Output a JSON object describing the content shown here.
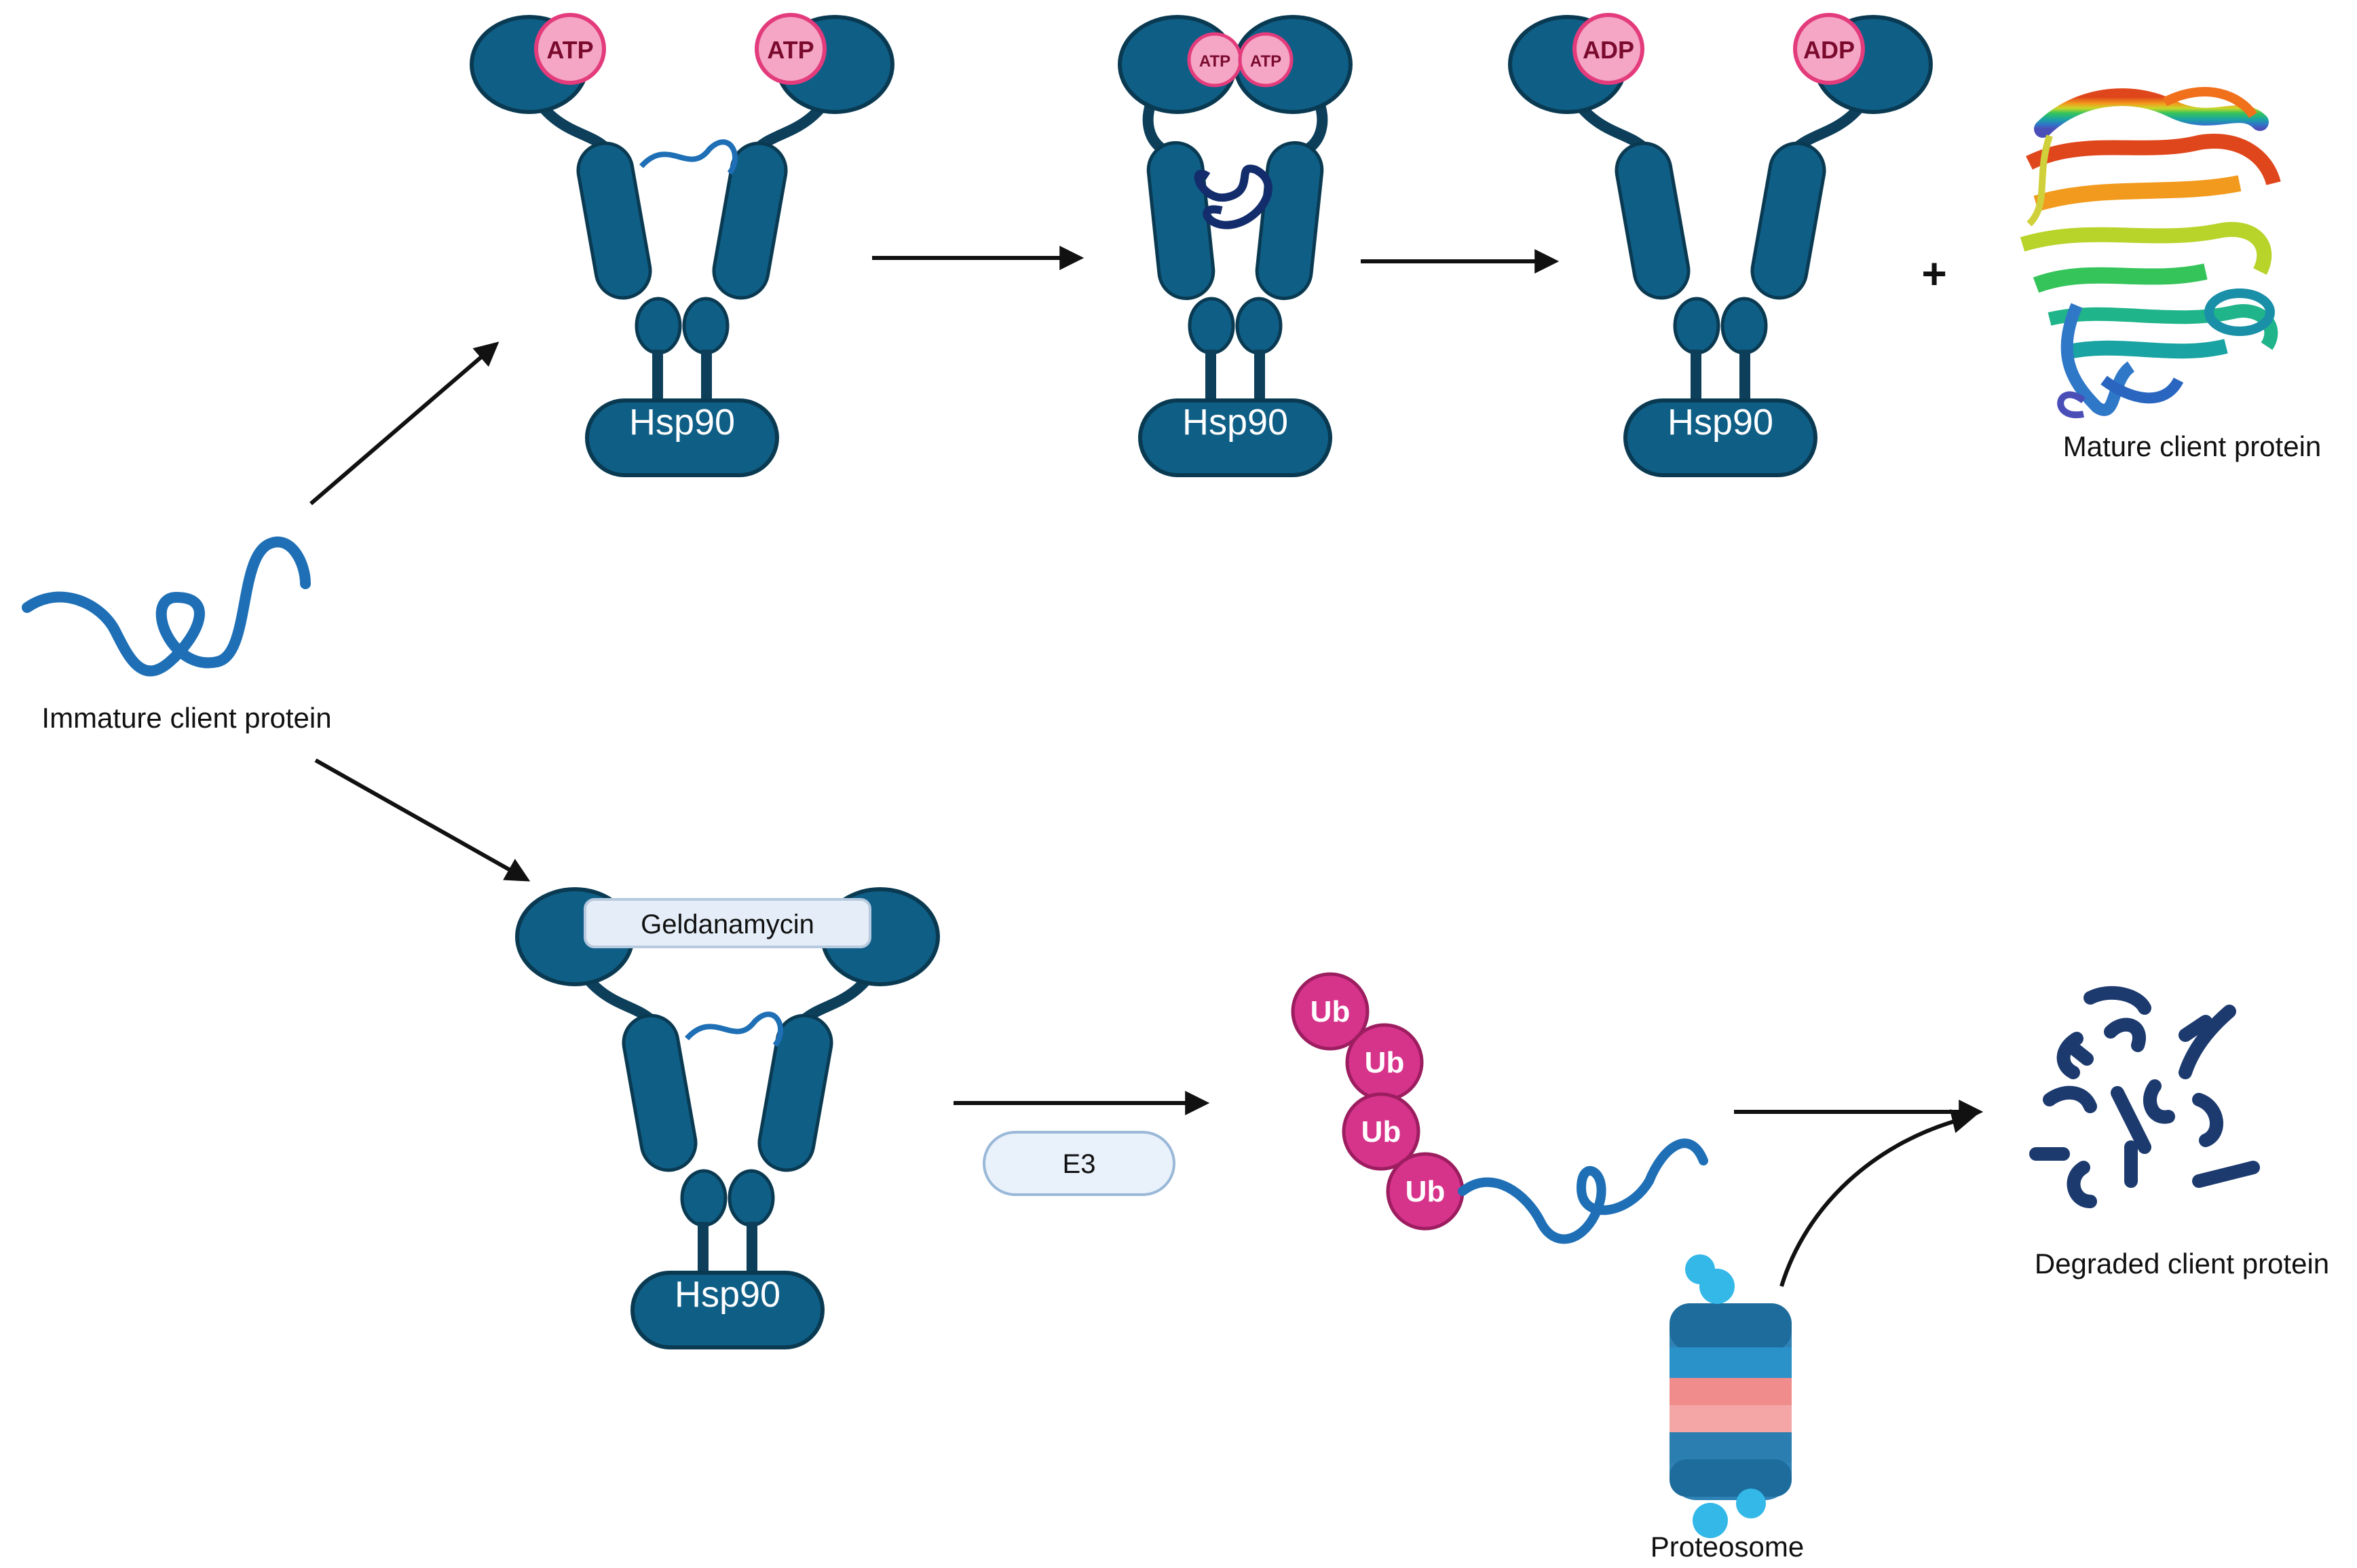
{
  "colors": {
    "hsp90": "#0f5e86",
    "hsp90_outline": "#0a3a52",
    "atp": "#f4a6c4",
    "atp_ring": "#e33b7c",
    "ubiquitin": "#d6338a",
    "client_strand": "#1e6fb5",
    "degraded": "#1c3a6e",
    "arrow": "#111111"
  },
  "top_pathway": {
    "complex_1": {
      "label": "Hsp90",
      "left_nucleotide": "ATP",
      "right_nucleotide": "ATP"
    },
    "complex_2": {
      "label": "Hsp90",
      "left_nucleotide": "ATP",
      "right_nucleotide": "ATP"
    },
    "complex_3": {
      "label": "Hsp90",
      "left_nucleotide": "ADP",
      "right_nucleotide": "ADP"
    },
    "plus_sign": "+",
    "mature_label": "Mature client protein"
  },
  "immature_label": "Immature client protein",
  "bottom_pathway": {
    "complex": {
      "label": "Hsp90",
      "inhibitor": "Geldanamycin"
    },
    "e3_label": "E3",
    "ubiquitins": [
      "Ub",
      "Ub",
      "Ub",
      "Ub"
    ],
    "proteasome_label": "Proteosome",
    "degraded_label": "Degraded client protein"
  }
}
